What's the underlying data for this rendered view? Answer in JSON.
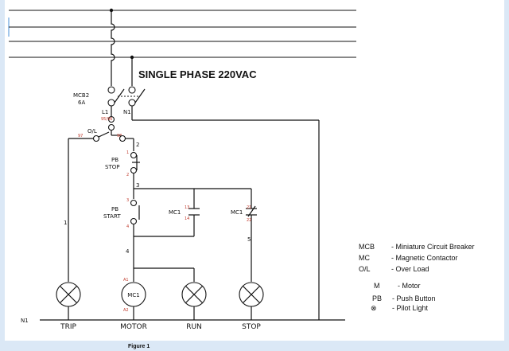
{
  "diagram": {
    "title": "SINGLE PHASE 220VAC",
    "breaker": {
      "name": "MCB2",
      "rating": "6A",
      "line": "L1",
      "neutral": "N1"
    },
    "overload": {
      "name": "O/L",
      "aux_terminals": "95/96",
      "term_left": "97",
      "term_right": "98"
    },
    "wires": {
      "w1": "1",
      "w2": "2",
      "w3": "3",
      "w4": "4",
      "w5": "5"
    },
    "stop_pb": {
      "line1": "PB",
      "line2": "STOP",
      "t1": "1",
      "t2": "2"
    },
    "start_pb": {
      "line1": "PB",
      "line2": "START",
      "t3": "3",
      "t4": "4"
    },
    "mc1_no": {
      "name": "MC1",
      "t13": "13",
      "t14": "14"
    },
    "mc1_nc": {
      "name": "MC1",
      "t21": "21",
      "t22": "22"
    },
    "coil": {
      "name": "MC1",
      "a1": "A1",
      "a2": "A2"
    },
    "neutral_bus": "N1",
    "loads": [
      "TRIP",
      "MOTOR",
      "RUN",
      "STOP"
    ],
    "legend": [
      {
        "abbr": "MCB",
        "desc": "- Miniature Circuit Breaker"
      },
      {
        "abbr": "MC",
        "desc": "- Magnetic Contactor"
      },
      {
        "abbr": "O/L",
        "desc": "- Over Load"
      },
      {
        "abbr": "M",
        "desc": "- Motor"
      },
      {
        "abbr": "PB",
        "desc": "- Push Button"
      },
      {
        "abbr": "⊗",
        "desc": "- Pilot Light"
      }
    ],
    "caption": "Figure 1"
  }
}
